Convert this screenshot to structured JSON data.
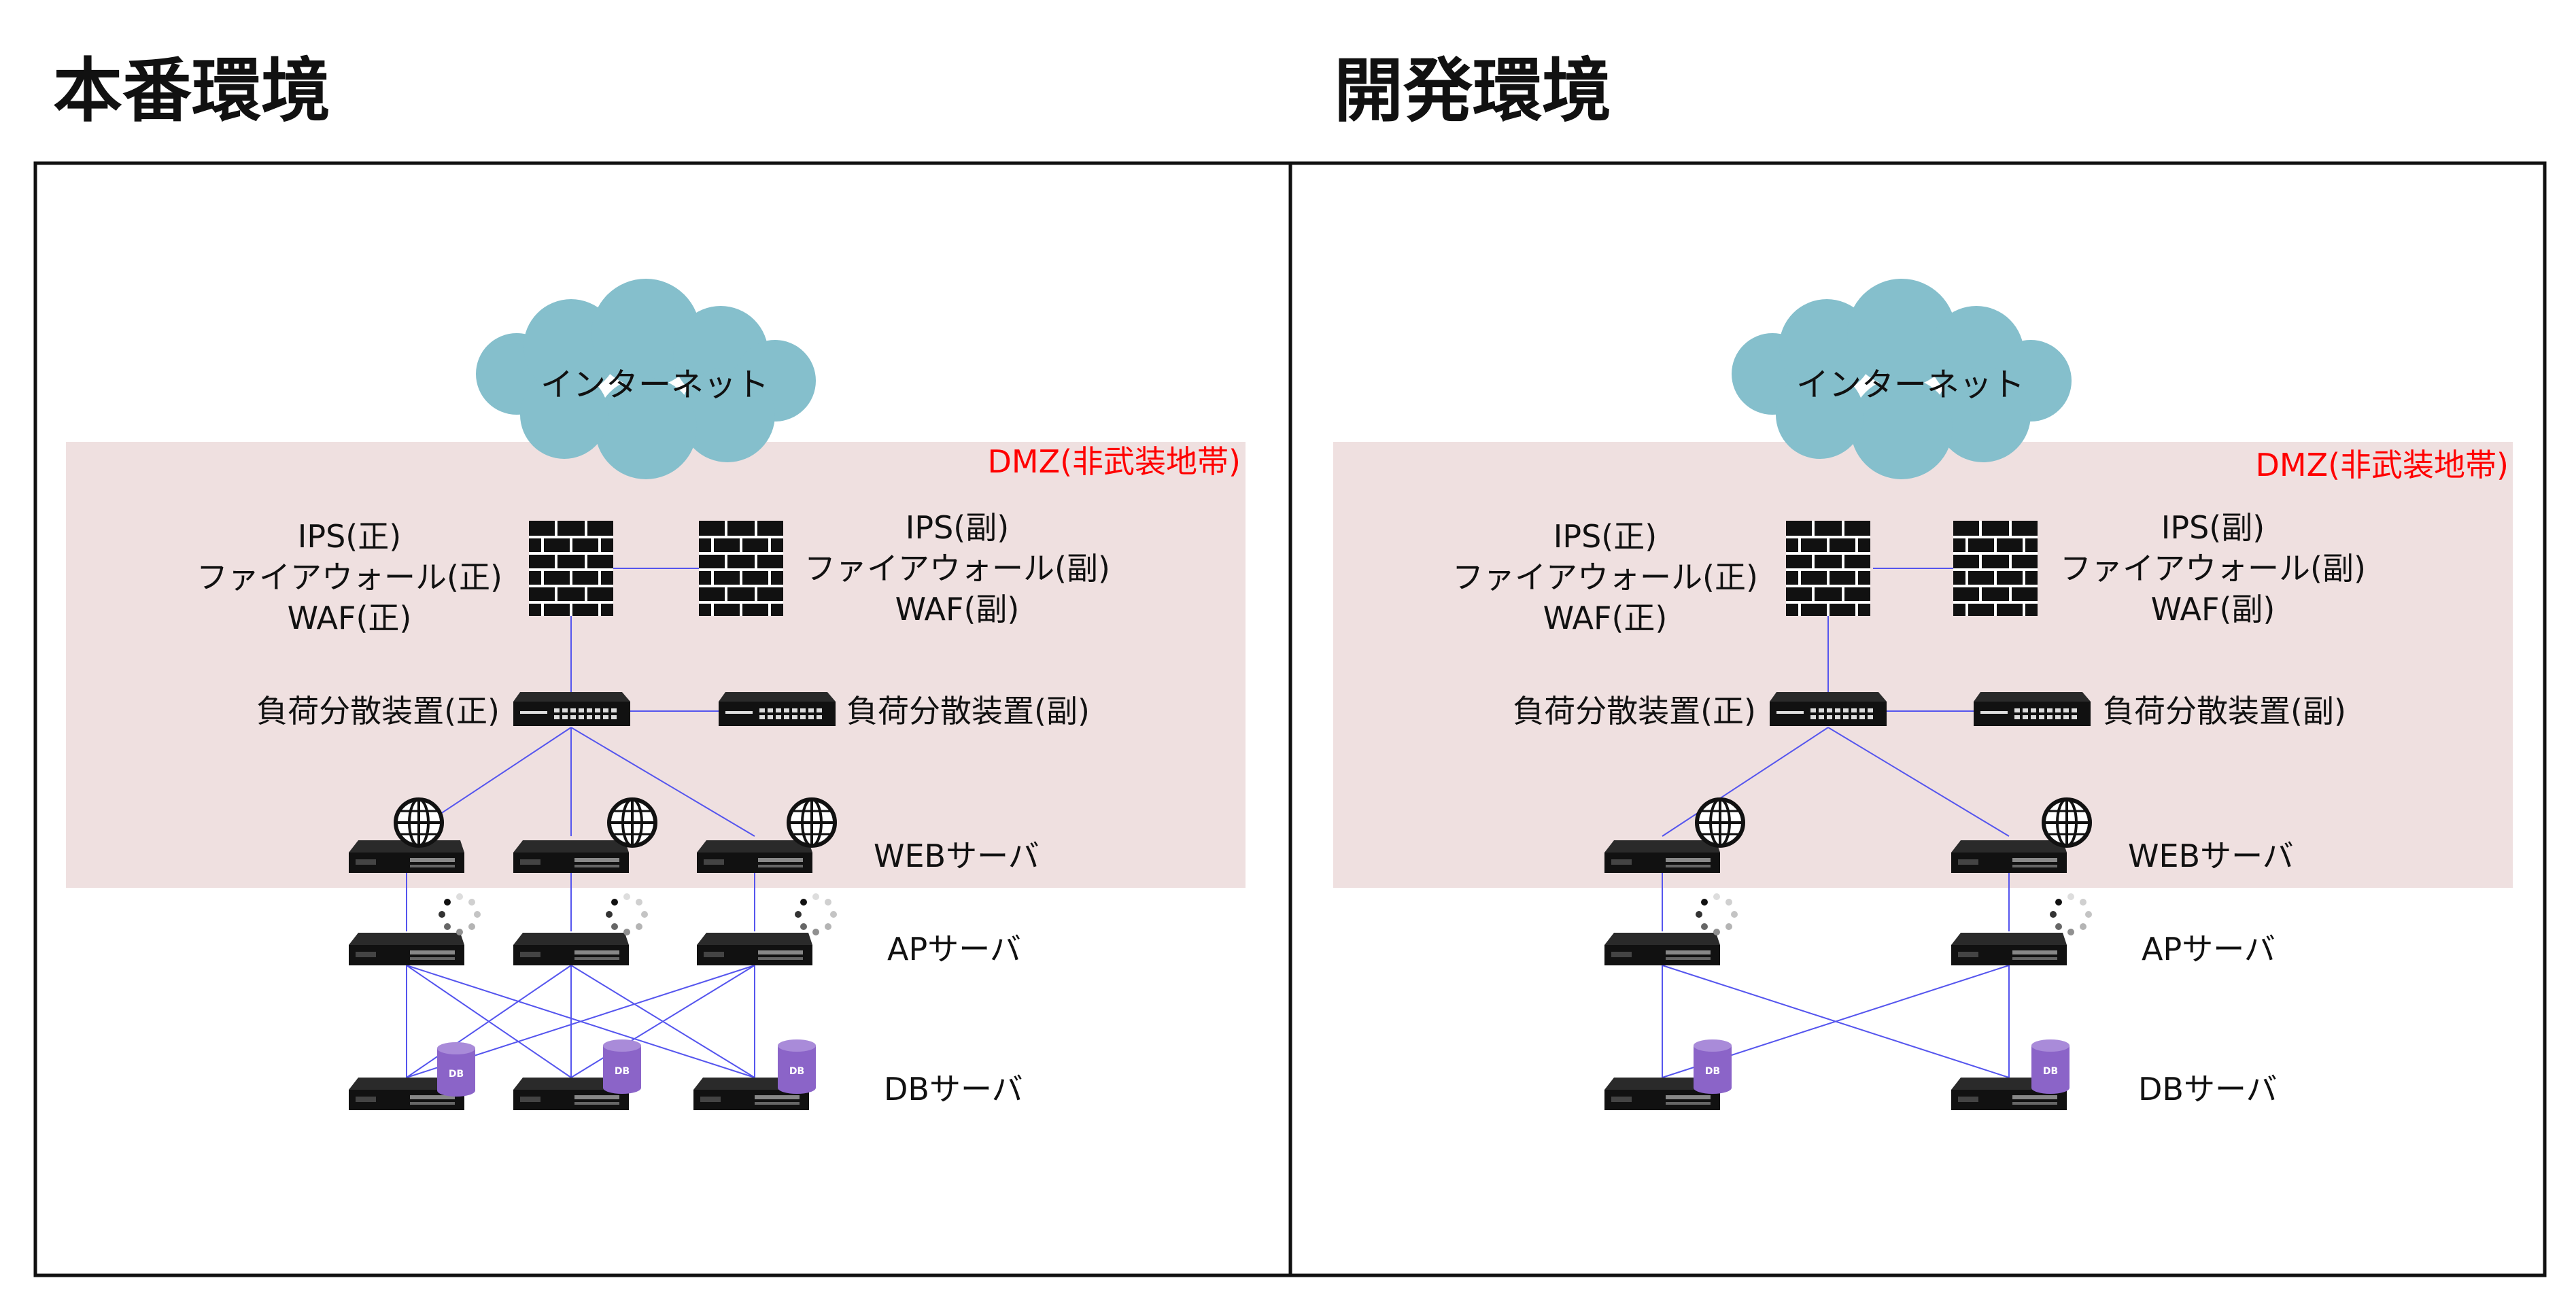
{
  "production": {
    "title": "本番環境",
    "cloud_label": "インターネット",
    "dmz_label": "DMZ(非武装地帯)",
    "fw_primary_lines": [
      "IPS(正)",
      "ファイアウォール(正)",
      "WAF(正)"
    ],
    "fw_secondary_lines": [
      "IPS(副)",
      "ファイアウォール(副)",
      "WAF(副)"
    ],
    "lb_primary": "負荷分散装置(正)",
    "lb_secondary": "負荷分散装置(副)",
    "web_label": "WEBサーバ",
    "ap_label": "APサーバ",
    "db_label": "DBサーバ",
    "db_icon_text": "DB"
  },
  "development": {
    "title": "開発環境",
    "cloud_label": "インターネット",
    "dmz_label": "DMZ(非武装地帯)",
    "fw_primary_lines": [
      "IPS(正)",
      "ファイアウォール(正)",
      "WAF(正)"
    ],
    "fw_secondary_lines": [
      "IPS(副)",
      "ファイアウォール(副)",
      "WAF(副)"
    ],
    "lb_primary": "負荷分散装置(正)",
    "lb_secondary": "負荷分散装置(副)",
    "web_label": "WEBサーバ",
    "ap_label": "APサーバ",
    "db_label": "DBサーバ",
    "db_icon_text": "DB"
  },
  "colors": {
    "dmz_fill": "#EFE0E0",
    "dmz_text": "#FF0000",
    "cloud": "#85BFCC",
    "link": "#5555EE",
    "db_cylinder": "#8B64C8",
    "device": "#111111"
  }
}
